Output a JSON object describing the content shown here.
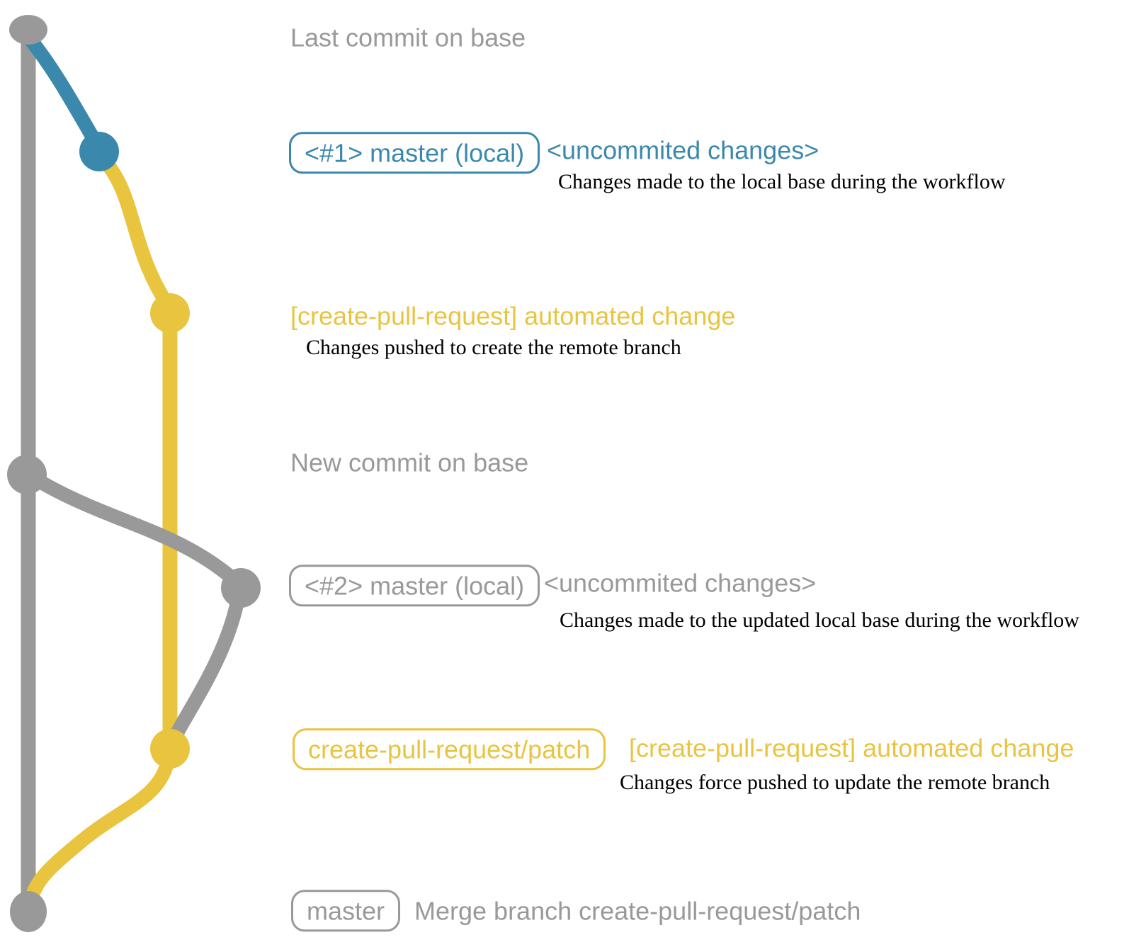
{
  "colors": {
    "gray": "#999999",
    "blue": "#3a89ac",
    "yellow": "#e9c43f",
    "ink": "#000000",
    "background": "#ffffff"
  },
  "rows": {
    "last_commit": {
      "label": "Last commit on base"
    },
    "local_1": {
      "badge": "<#1> master (local)",
      "side": "<uncommited changes>",
      "desc": "Changes made to the local base during the workflow"
    },
    "push_1": {
      "side": "[create-pull-request] automated change",
      "desc": "Changes pushed to create the remote branch"
    },
    "new_commit": {
      "label": "New commit on base"
    },
    "local_2": {
      "badge": "<#2> master (local)",
      "side": "<uncommited changes>",
      "desc": "Changes made to the updated local base during the workflow"
    },
    "push_2": {
      "badge": "create-pull-request/patch",
      "side": "[create-pull-request] automated change",
      "desc": "Changes force pushed to update the remote branch"
    },
    "merge": {
      "badge": "master",
      "side": "Merge branch create-pull-request/patch"
    }
  }
}
